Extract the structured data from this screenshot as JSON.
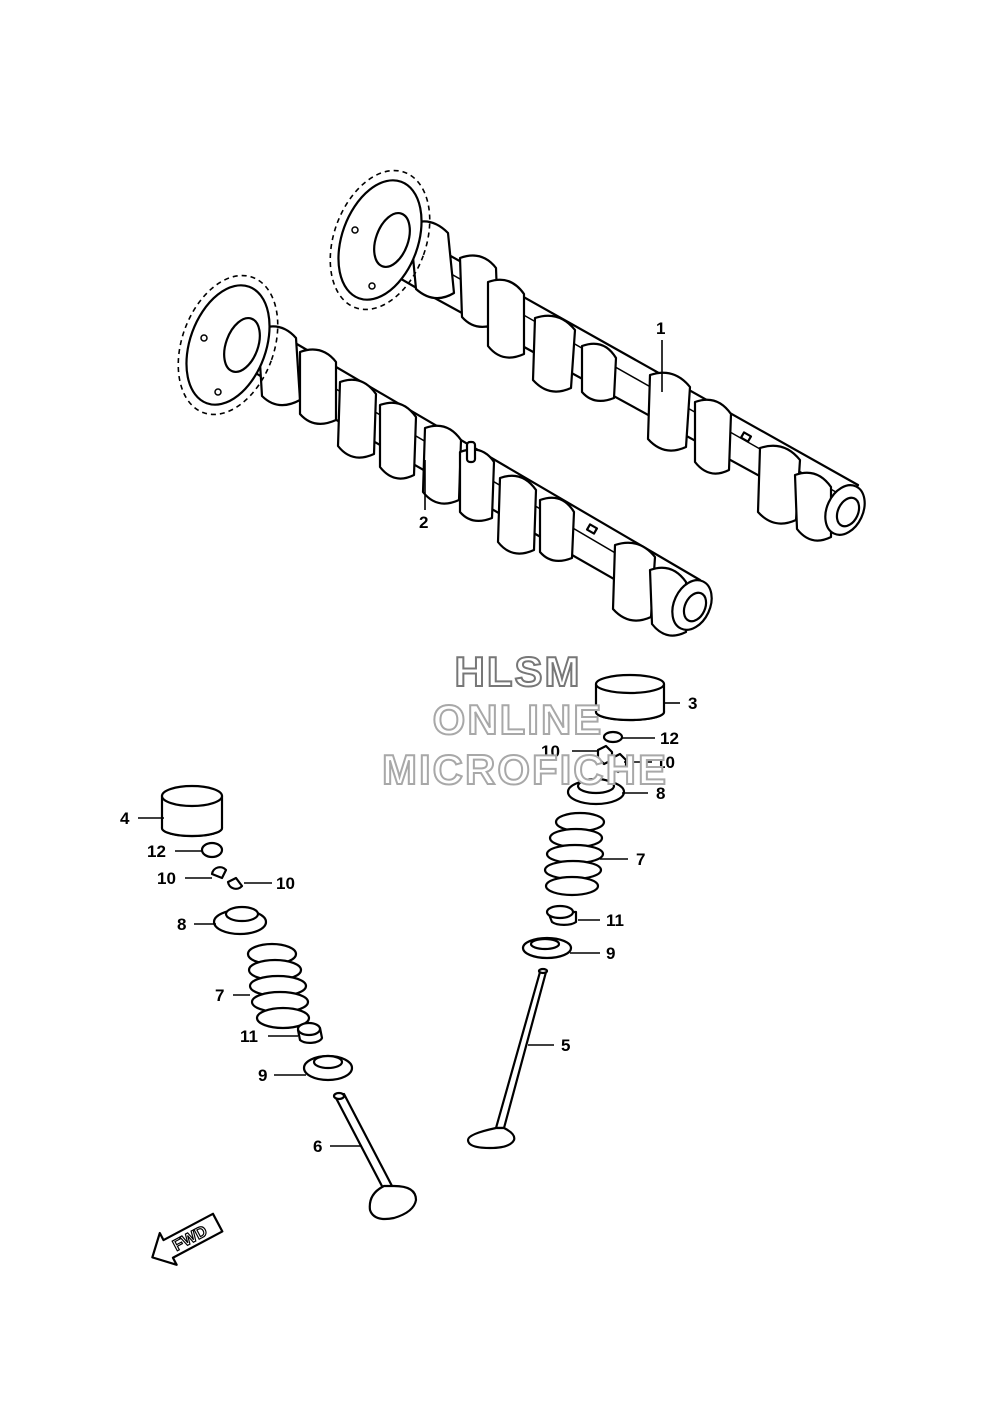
{
  "watermark": {
    "line1": "HLSM",
    "line2": "ONLINE",
    "line3": "MICROFICHE"
  },
  "direction_marker": {
    "text": "FWD",
    "icon": "fwd-arrow-icon"
  },
  "callouts": [
    {
      "id": "c1",
      "text": "1"
    },
    {
      "id": "c2",
      "text": "2"
    },
    {
      "id": "c3",
      "text": "3"
    },
    {
      "id": "c4",
      "text": "4"
    },
    {
      "id": "c5",
      "text": "5"
    },
    {
      "id": "c6",
      "text": "6"
    },
    {
      "id": "c7r",
      "text": "7"
    },
    {
      "id": "c7l",
      "text": "7"
    },
    {
      "id": "c8r",
      "text": "8"
    },
    {
      "id": "c8l",
      "text": "8"
    },
    {
      "id": "c9r",
      "text": "9"
    },
    {
      "id": "c9l",
      "text": "9"
    },
    {
      "id": "c10a",
      "text": "10"
    },
    {
      "id": "c10b",
      "text": "10"
    },
    {
      "id": "c10c",
      "text": "10"
    },
    {
      "id": "c10d",
      "text": "10"
    },
    {
      "id": "c11r",
      "text": "11"
    },
    {
      "id": "c11l",
      "text": "11"
    },
    {
      "id": "c12r",
      "text": "12"
    },
    {
      "id": "c12l",
      "text": "12"
    }
  ]
}
